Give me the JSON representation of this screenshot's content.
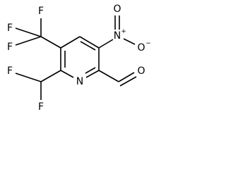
{
  "molecule": {
    "atoms": {
      "f_cf3_top": "F",
      "f_cf3_left": "F",
      "f_cf3_bottom": "F",
      "n_nitro": "N",
      "o_nitro_top": "O",
      "o_nitro_right": "O",
      "n_ring": "N",
      "f_chf2_left": "F",
      "f_chf2_bottom": "F",
      "o_aldehyde": "O"
    },
    "charges": {
      "n_nitro": "+",
      "o_nitro_right": "−"
    },
    "colors": {
      "bond": "#000000",
      "label": "#000000",
      "background": "#ffffff"
    }
  }
}
